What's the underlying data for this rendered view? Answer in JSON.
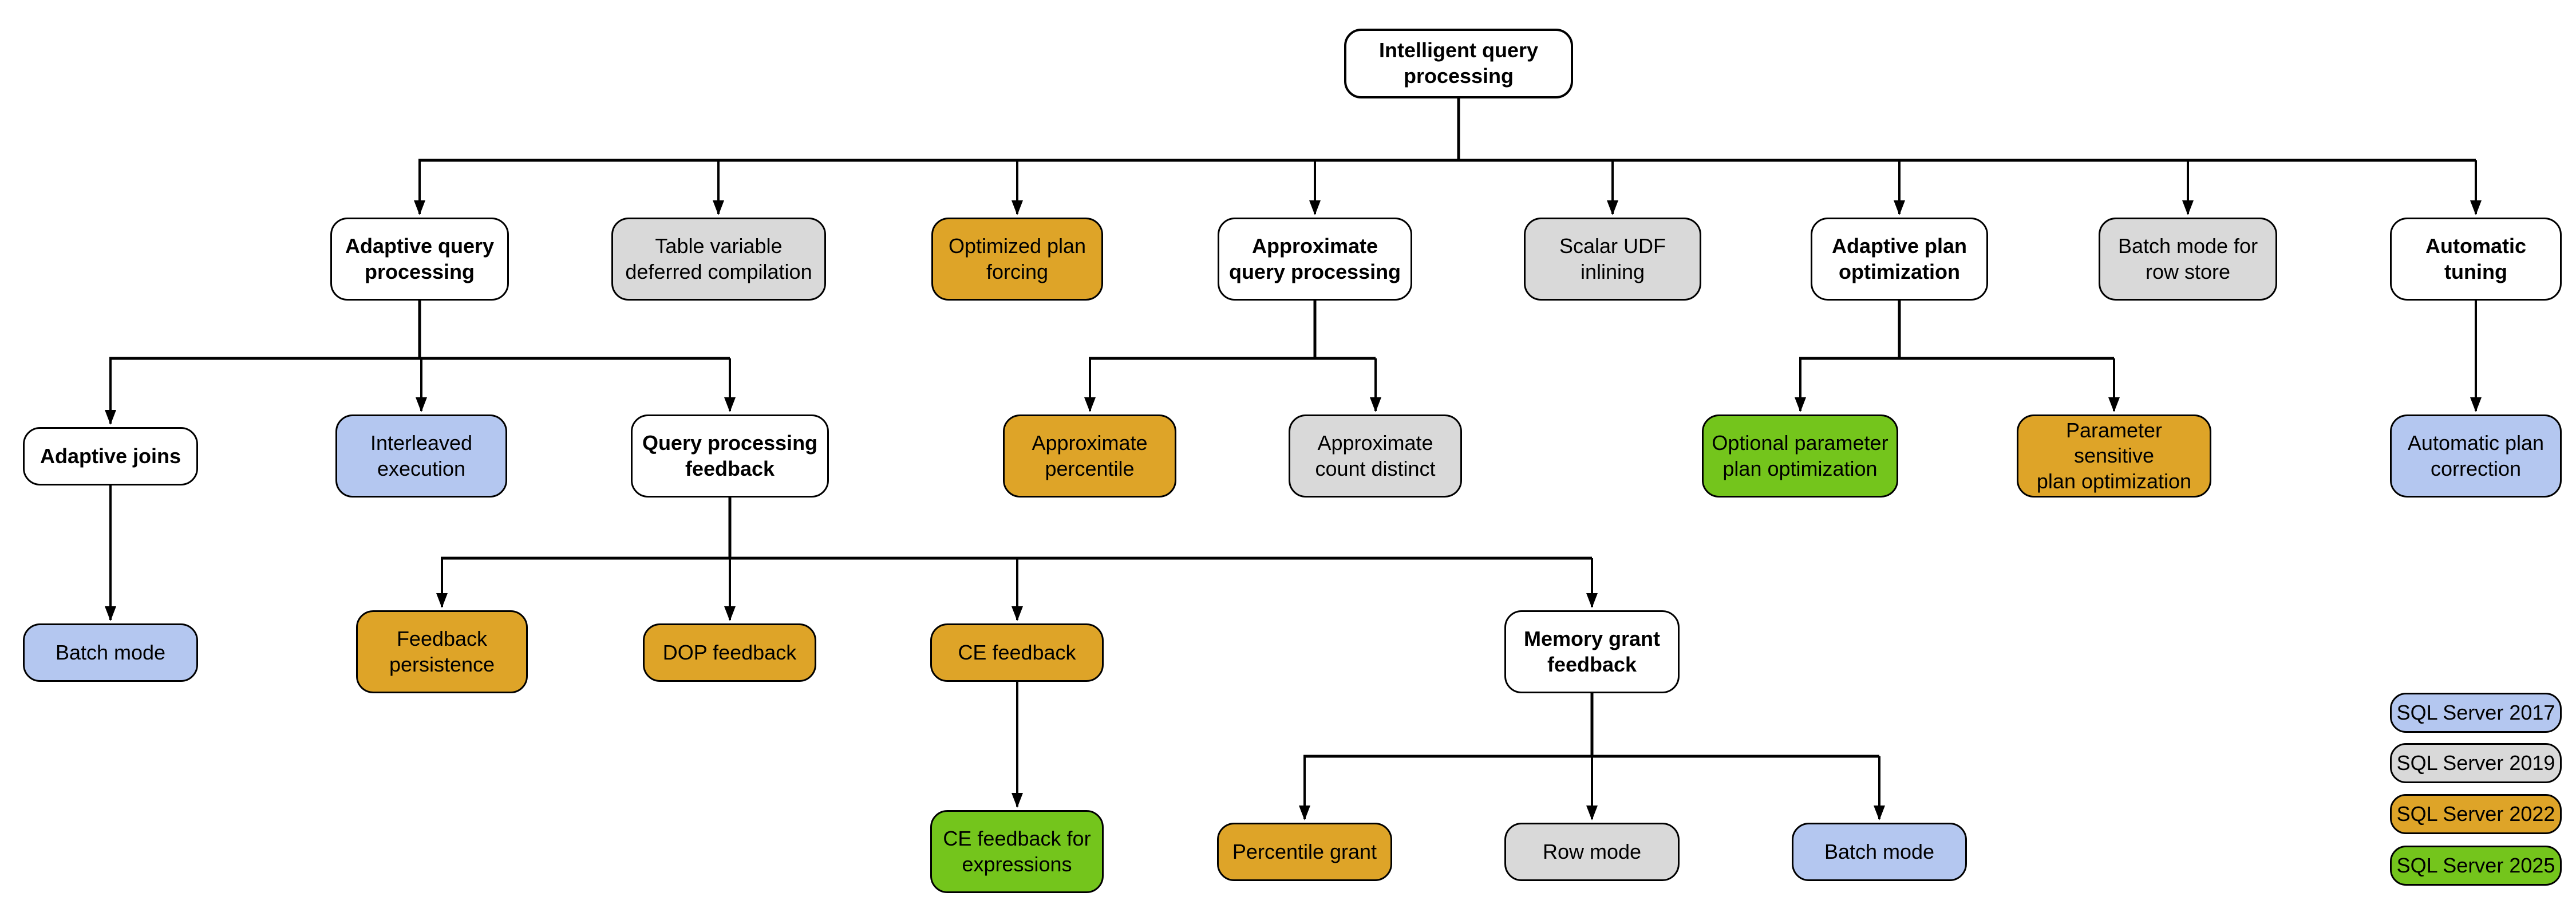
{
  "palette": {
    "box_border": "#000000",
    "connector_line": "#000000",
    "category_white": "#ffffff",
    "sql2017_blue": "#b4c7f0",
    "sql2019_gray": "#d9d9d9",
    "sql2022_gold": "#dea428",
    "sql2025_green": "#74c51c"
  },
  "nodes": {
    "root": {
      "label": "Intelligent query\nprocessing",
      "version": ""
    },
    "adaptive_query_processing": {
      "label": "Adaptive query\nprocessing",
      "version": ""
    },
    "table_variable_deferred_compilation": {
      "label": "Table variable\ndeferred compilation",
      "version": "SQL Server 2019"
    },
    "optimized_plan_forcing": {
      "label": "Optimized plan\nforcing",
      "version": "SQL Server 2022"
    },
    "approximate_query_processing": {
      "label": "Approximate\nquery processing",
      "version": ""
    },
    "scalar_udf_inlining": {
      "label": "Scalar UDF\ninlining",
      "version": "SQL Server 2019"
    },
    "adaptive_plan_optimization": {
      "label": "Adaptive plan\noptimization",
      "version": ""
    },
    "batch_mode_for_row_store": {
      "label": "Batch mode for\nrow store",
      "version": "SQL Server 2019"
    },
    "automatic_tuning": {
      "label": "Automatic\ntuning",
      "version": ""
    },
    "adaptive_joins": {
      "label": "Adaptive joins",
      "version": ""
    },
    "interleaved_execution": {
      "label": "Interleaved\nexecution",
      "version": "SQL Server 2017"
    },
    "query_processing_feedback": {
      "label": "Query processing\nfeedback",
      "version": ""
    },
    "approximate_percentile": {
      "label": "Approximate\npercentile",
      "version": "SQL Server 2022"
    },
    "approximate_count_distinct": {
      "label": "Approximate\ncount distinct",
      "version": "SQL Server 2019"
    },
    "optional_parameter_plan_optimization": {
      "label": "Optional parameter\nplan optimization",
      "version": "SQL Server 2025"
    },
    "parameter_sensitive_plan_optimization": {
      "label": "Parameter sensitive\nplan optimization",
      "version": "SQL Server 2022"
    },
    "automatic_plan_correction": {
      "label": "Automatic plan\ncorrection",
      "version": "SQL Server 2017"
    },
    "batch_mode_adaptive_joins": {
      "label": "Batch mode",
      "version": "SQL Server 2017"
    },
    "feedback_persistence": {
      "label": "Feedback\npersistence",
      "version": "SQL Server 2022"
    },
    "dop_feedback": {
      "label": "DOP feedback",
      "version": "SQL Server 2022"
    },
    "ce_feedback": {
      "label": "CE feedback",
      "version": "SQL Server 2022"
    },
    "memory_grant_feedback": {
      "label": "Memory grant\nfeedback",
      "version": ""
    },
    "ce_feedback_for_expressions": {
      "label": "CE feedback for\nexpressions",
      "version": "SQL Server 2025"
    },
    "percentile_grant": {
      "label": "Percentile grant",
      "version": "SQL Server 2022"
    },
    "row_mode": {
      "label": "Row mode",
      "version": "SQL Server 2019"
    },
    "batch_mode_memory_grant": {
      "label": "Batch mode",
      "version": "SQL Server 2017"
    }
  },
  "legend": {
    "items": [
      {
        "label": "SQL Server 2017",
        "color": "#b4c7f0"
      },
      {
        "label": "SQL Server 2019",
        "color": "#d9d9d9"
      },
      {
        "label": "SQL Server 2022",
        "color": "#dea428"
      },
      {
        "label": "SQL Server 2025",
        "color": "#74c51c"
      }
    ]
  }
}
